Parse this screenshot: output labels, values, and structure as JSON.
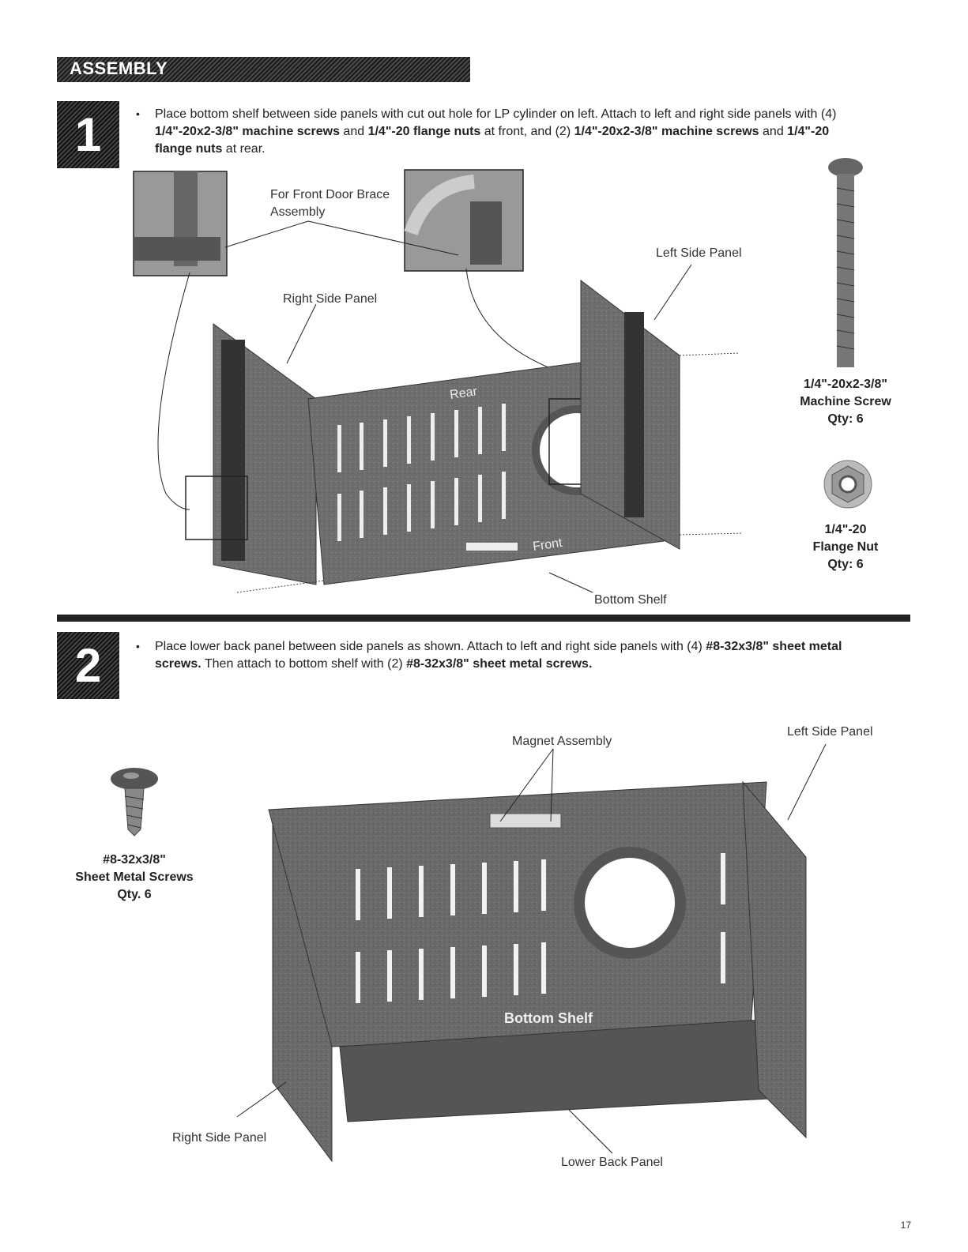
{
  "header": {
    "title": "ASSEMBLY"
  },
  "step1": {
    "number": "1",
    "text": {
      "p1": "Place bottom shelf between side panels with cut out hole for LP cylinder on left. Attach to left and right side panels with (4)",
      "b1": "1/4\"-20x2-3/8\" machine screws",
      "p2": " and ",
      "b2": "1/4\"-20 flange nuts",
      "p3": " at front, and (2) ",
      "b3": "1/4\"-20x2-3/8\" machine screws",
      "p4": " and ",
      "b4": "1/4\"-20 flange nuts",
      "p5": " at rear."
    },
    "labels": {
      "front_door_brace": "For Front Door Brace Assembly",
      "left_side_panel": "Left Side Panel",
      "right_side_panel": "Right Side Panel",
      "bottom_shelf": "Bottom Shelf",
      "rear": "Rear",
      "front": "Front"
    },
    "parts": {
      "screw": {
        "line1": "1/4\"-20x2-3/8\"",
        "line2": "Machine Screw",
        "line3": "Qty: 6"
      },
      "nut": {
        "line1": "1/4\"-20",
        "line2": "Flange Nut",
        "line3": "Qty: 6"
      }
    }
  },
  "step2": {
    "number": "2",
    "text": {
      "p1": "Place lower back panel between side panels as shown. Attach to left and right side panels with (4) ",
      "b1": "#8-32x3/8\" sheet metal screws.",
      "p2": " Then attach to bottom shelf with (2) ",
      "b2": "#8-32x3/8\" sheet metal screws."
    },
    "labels": {
      "magnet_assembly": "Magnet Assembly",
      "left_side_panel": "Left Side Panel",
      "right_side_panel": "Right Side Panel",
      "lower_back_panel": "Lower Back Panel",
      "bottom_shelf": "Bottom Shelf"
    },
    "parts": {
      "screw": {
        "line1": "#8-32x3/8\"",
        "line2": "Sheet Metal Screws",
        "line3": "Qty. 6"
      }
    }
  },
  "footer": {
    "page_number": "17"
  }
}
